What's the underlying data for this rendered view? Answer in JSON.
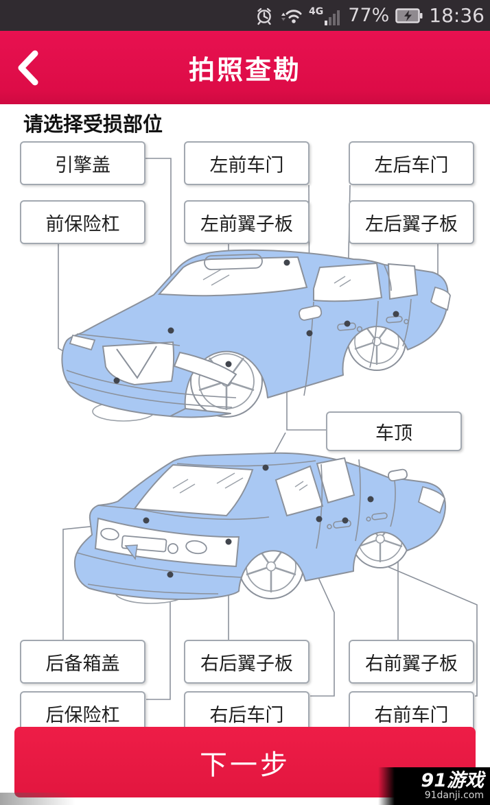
{
  "colors": {
    "status_bar_bg": "#302b30",
    "header_red": "#e00d4a",
    "action_red": "#e61a44",
    "car_body_blue": "#a9c8f3",
    "outline_gray": "#8b919b"
  },
  "status_bar": {
    "network_type": "4G",
    "battery_percent": "77%",
    "time": "18:36"
  },
  "header": {
    "title": "拍照查勘"
  },
  "main": {
    "instruction": "请选择受损部位"
  },
  "parts": {
    "engine_hood": "引擎盖",
    "left_front_door": "左前车门",
    "left_rear_door": "左后车门",
    "front_bumper": "前保险杠",
    "left_front_fender": "左前翼子板",
    "left_rear_fender": "左后翼子板",
    "roof": "车顶",
    "trunk_lid": "后备箱盖",
    "right_rear_fender": "右后翼子板",
    "right_front_fender": "右前翼子板",
    "rear_bumper": "后保险杠",
    "right_rear_door": "右后车门",
    "right_front_door": "右前车门"
  },
  "footer": {
    "next_label": "下一步"
  },
  "watermark": {
    "brand": "91游戏",
    "site": "91danji.com"
  }
}
